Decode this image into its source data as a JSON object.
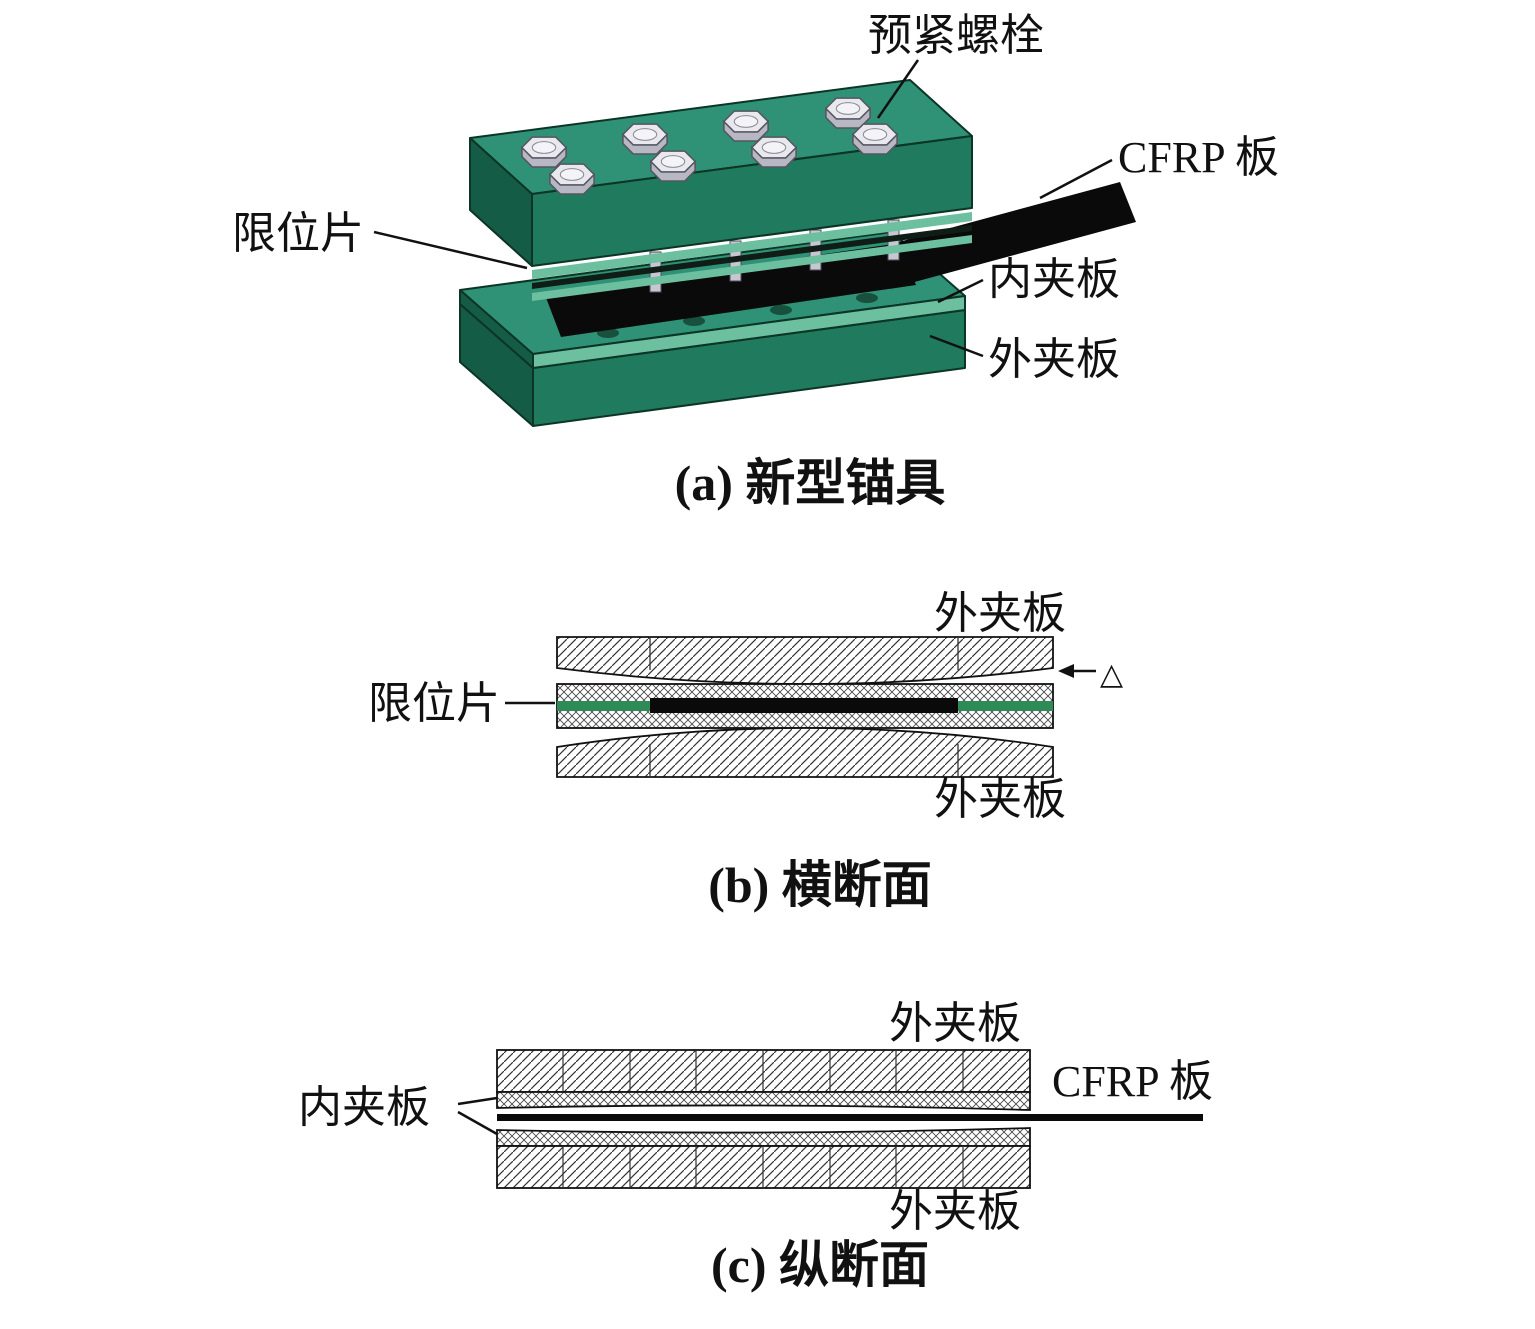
{
  "panel_a": {
    "caption": "(a) 新型锚具",
    "labels": {
      "pretension_bolt": "预紧螺栓",
      "cfrp_plate": "CFRP 板",
      "limit_piece": "限位片",
      "inner_clamp": "内夹板",
      "outer_clamp": "外夹板"
    }
  },
  "panel_b": {
    "caption": "(b) 横断面",
    "labels": {
      "outer_clamp_top": "外夹板",
      "limit_piece": "限位片",
      "outer_clamp_bottom": "外夹板",
      "gap_delta": "△"
    }
  },
  "panel_c": {
    "caption": "(c) 纵断面",
    "labels": {
      "outer_clamp_top": "外夹板",
      "cfrp_plate": "CFRP 板",
      "inner_clamp": "内夹板",
      "outer_clamp_bottom": "外夹板"
    }
  },
  "colors": {
    "plate_top": "#2f9175",
    "plate_front": "#1f7a5e",
    "plate_side": "#145c45",
    "plate_light": "#6cc0a0",
    "strip_dark": "#101c16",
    "cfrp_black": "#0a0a0a",
    "limit_green": "#2e8b57",
    "bolt_light": "#e8e8ee",
    "bolt_mid": "#b7b8c4",
    "line": "#111111",
    "background": "#ffffff"
  }
}
